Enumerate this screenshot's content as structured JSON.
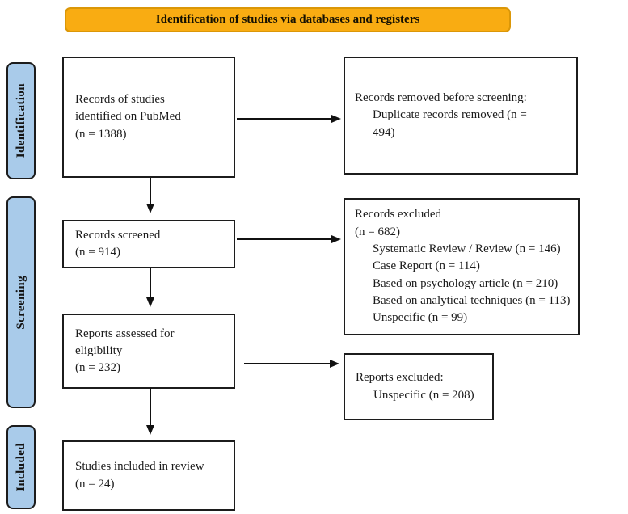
{
  "banner": {
    "title": "Identification of studies via databases and registers"
  },
  "sidebar": {
    "stages": [
      {
        "id": "identification",
        "label": "Identification"
      },
      {
        "id": "screening",
        "label": "Screening"
      },
      {
        "id": "included",
        "label": "Included"
      }
    ]
  },
  "flow": {
    "records_identified": {
      "line1": "Records of studies",
      "line2": "identified on PubMed",
      "line3": "(n = 1388)"
    },
    "records_removed": {
      "heading": "Records removed before screening:",
      "item": "Duplicate records removed (n = 494)"
    },
    "records_screened": {
      "line1": "Records screened",
      "line2": "(n = 914)"
    },
    "records_excluded": {
      "heading": "Records excluded",
      "count": "(n = 682)",
      "items": [
        "Systematic Review / Review (n = 146)",
        "Case Report (n = 114)",
        "Based on psychology article (n = 210)",
        "Based on analytical techniques (n = 113)",
        "Unspecific (n = 99)"
      ]
    },
    "reports_assessed": {
      "line1": "Reports assessed for",
      "line2": "eligibility",
      "line3": "(n = 232)"
    },
    "reports_excluded": {
      "heading": "Reports excluded:",
      "item": "Unspecific (n = 208)"
    },
    "studies_included": {
      "line1": "Studies included in review",
      "line2": "(n = 24)"
    }
  },
  "colors": {
    "banner_fill": "#F9AC12",
    "banner_border": "#DB9708",
    "stage_fill": "#A9CBEA",
    "box_border": "#1c1c1c",
    "arrow": "#111111",
    "background": "#ffffff"
  }
}
